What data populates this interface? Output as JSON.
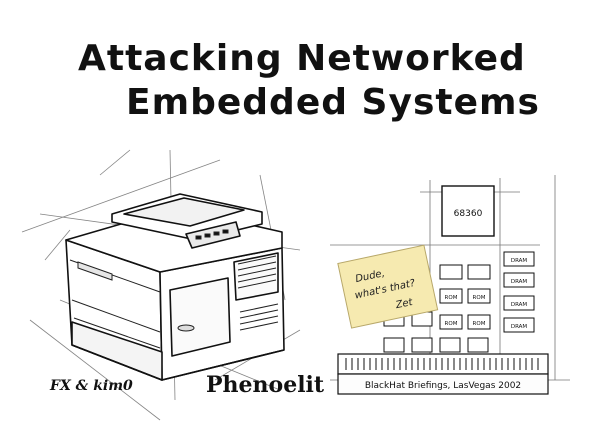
{
  "title": {
    "line1": "Attacking Networked",
    "line2": "Embedded Systems"
  },
  "footer": {
    "authors": "FX & kim0",
    "group": "Phenoelit"
  },
  "board": {
    "cpu_label": "68360",
    "dram_labels": [
      "DRAM",
      "DRAM",
      "DRAM",
      "DRAM"
    ],
    "rom_labels": [
      "ROM",
      "ROM",
      "ROM",
      "ROM"
    ],
    "event_label": "BlackHat Briefings, LasVegas 2002"
  },
  "note": {
    "line1": "Dude,",
    "line2": "what's that?",
    "line3": "Zet"
  },
  "colors": {
    "ink": "#111111",
    "sketch": "#555555",
    "note": "#f6eab0"
  }
}
